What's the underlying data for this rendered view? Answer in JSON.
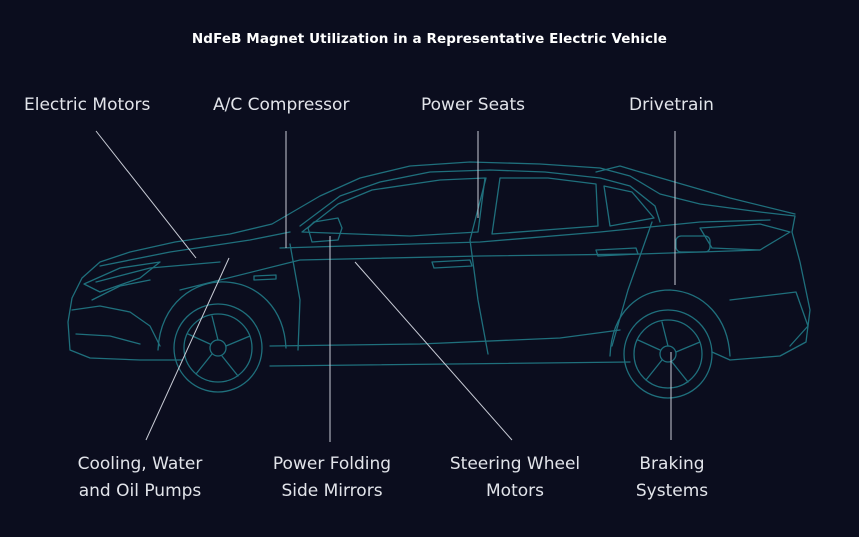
{
  "title": "NdFeB Magnet Utilization in a Representative Electric Vehicle",
  "labels": {
    "electric_motors": "Electric Motors",
    "ac_compressor": "A/C Compressor",
    "power_seats": "Power Seats",
    "drivetrain": "Drivetrain",
    "cooling_pumps": [
      "Cooling, Water",
      "and Oil Pumps"
    ],
    "power_folding_mirrors": [
      "Power Folding",
      "Side Mirrors"
    ],
    "steering_wheel_motors": [
      "Steering Wheel",
      "Motors"
    ],
    "braking_systems": [
      "Braking",
      "Systems"
    ]
  },
  "colors": {
    "background": "#0b0d1e",
    "car_outline": "#1f6f7c",
    "leader_lines": "#c9ccd6",
    "text": "#e2e4ea"
  }
}
